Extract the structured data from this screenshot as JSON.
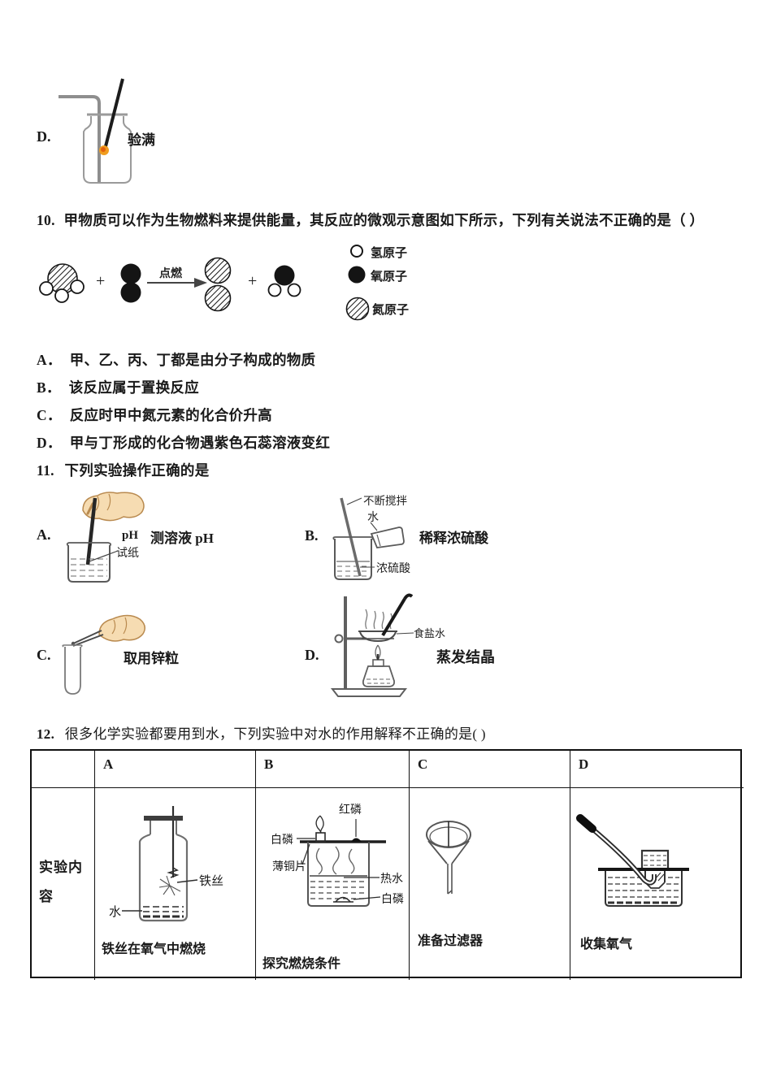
{
  "doc": {
    "top_item": {
      "key": "D.",
      "caption": "验满"
    },
    "q10": {
      "number": "10.",
      "text": "甲物质可以作为生物燃料来提供能量，其反应的微观示意图如下所示，下列有关说法不正确的是（  ）",
      "diagram": {
        "plus1": "+",
        "plus2": "+",
        "arrow_label": "点燃",
        "legend": [
          {
            "icon": "hydrogen-atom-icon",
            "label": "氢原子"
          },
          {
            "icon": "oxygen-atom-icon",
            "label": "氧原子"
          },
          {
            "icon": "nitrogen-atom-icon",
            "label": "氮原子"
          }
        ]
      },
      "options": [
        {
          "key": "A．",
          "text": "甲、乙、丙、丁都是由分子构成的物质"
        },
        {
          "key": "B．",
          "text": "该反应属于置换反应"
        },
        {
          "key": "C．",
          "text": "反应时甲中氮元素的化合价升高"
        },
        {
          "key": "D．",
          "text": "甲与丁形成的化合物遇紫色石蕊溶液变红"
        }
      ]
    },
    "q11": {
      "number": "11.",
      "text": "下列实验操作正确的是",
      "options": {
        "a": {
          "key": "A.",
          "caption": "测溶液 pH",
          "label_ph": "pH",
          "label_paper": "试纸"
        },
        "b": {
          "key": "B.",
          "caption": "稀释浓硫酸",
          "label_stir": "不断搅拌",
          "label_water": "水",
          "label_acid": "浓硫酸"
        },
        "c": {
          "key": "C.",
          "caption": "取用锌粒"
        },
        "d": {
          "key": "D.",
          "caption": "蒸发结晶",
          "label_brine": "食盐水"
        }
      }
    },
    "q12": {
      "number": "12.",
      "text": "很多化学实验都要用到水，下列实验中对水的作用解释不正确的是( )",
      "table": {
        "row_header": "实验内容",
        "columns": [
          "A",
          "B",
          "C",
          "D"
        ],
        "cell_a": {
          "caption": "铁丝在氧气中燃烧",
          "label_wire": "铁丝",
          "label_water": "水"
        },
        "cell_b": {
          "caption": "探究燃烧条件",
          "label_red_p": "红磷",
          "label_white_p_top": "白磷",
          "label_copper": "薄铜片",
          "label_hot_water": "热水",
          "label_white_p_bottom": "白磷"
        },
        "cell_c": {
          "caption": "准备过滤器"
        },
        "cell_d": {
          "caption": "收集氧气"
        }
      }
    },
    "colors": {
      "glow": "#f09d1f",
      "skin": "#f6dcb2",
      "ink": "#1a1a1a"
    }
  }
}
